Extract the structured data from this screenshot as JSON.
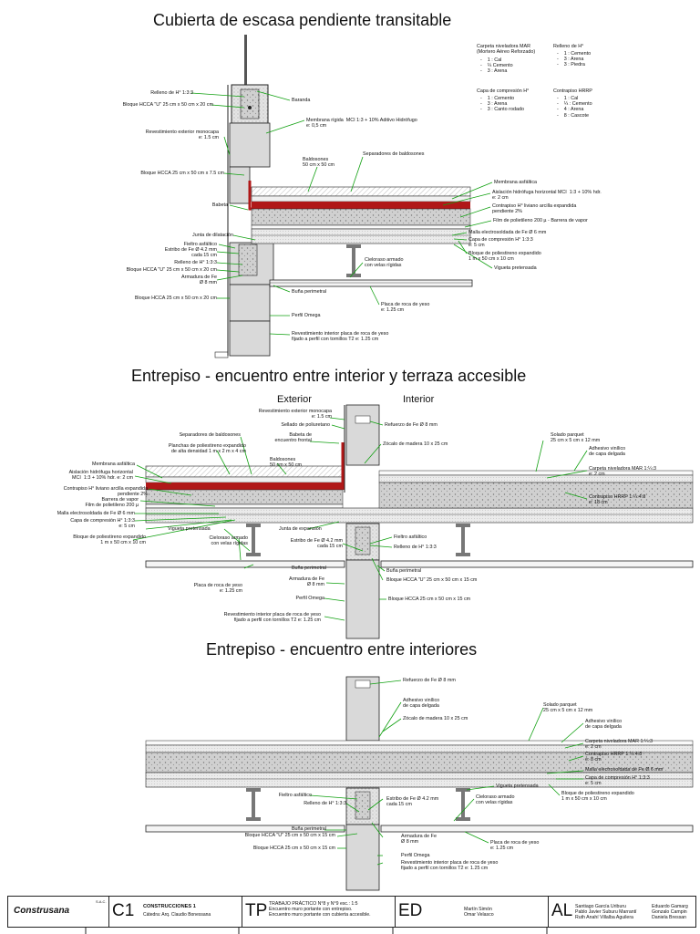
{
  "titles": {
    "t1": "Cubierta de escasa pendiente transitable",
    "t2": "Entrepiso - encuentro entre interior y terraza accesible",
    "t3": "Entrepiso - encuentro entre interiores",
    "exterior": "Exterior",
    "interior": "Interior"
  },
  "legend": {
    "a_title": "Carpeta niveladora MAR\n(Mortero Aéreo Reforzado)",
    "a_items": "-    1 : Cal\n-    ¼ Cemento\n-    3 : Arena",
    "b_title": "Relleno de H°",
    "b_items": "-    1 : Cemento\n-    3 : Arena\n-    3 : Piedra",
    "c_title": "Capa de compresión H°",
    "c_items": "-    1 : Cemento\n-    3 : Arena\n-    3 : Canto rodado",
    "d_title": "Contrapiso HRRP",
    "d_items": "-    1 : Cal\n-    ¼ : Cemento\n-    4 : Arena\n-    8 : Cascote"
  },
  "s1": {
    "relleno": "Relleno de H° 1:3:3",
    "bloque_u": "Bloque HCCA \"U\" 25 cm x 50 cm x 20 cm",
    "baranda": "Baranda",
    "membrana_rigida": "Membrana rígida  MCI 1:3 + 10% Aditivo Hidrófugo\ne: 0,5 cm",
    "revestimiento": "Revestimiento exterior monocapa\ne: 1.5 cm",
    "baldosones": "Baldosones\n50 cm x 50 cm",
    "separadores": "Separadores de baldosones",
    "bloque_75": "Bloque HCCA 25 cm x 50 cm x 7.5 cm",
    "membrana_asf": "Membrana asfáltica",
    "aislacion": "Aislación hidrófuga horizontal MCI  1:3 + 10% hdr.\ne: 2 cm",
    "babeta": "Babeta",
    "contrapiso": "Contrapiso H° liviano arcilla expandida\npendiente 2%",
    "film": "Film de polietileno 200 µ - Barrera de vapor",
    "junta": "Junta de dilatación",
    "fieltro": "Fieltro asfáltico",
    "estribo": "Estribo de Fe Ø 4.2 mm\ncada 15 cm",
    "relleno2": "Relleno de H° 1:3:3",
    "bloque_u2": "Bloque HCCA \"U\" 25 cm x 50 cm x 20 cm",
    "armadura": "Armadura de Fe\nØ 8 mm",
    "bloque_20": "Bloque HCCA 25 cm x 50 cm x 20 cm",
    "malla": "Malla electrosoldada de Fe Ø 6 mm",
    "capa": "Capa de compresión H° 1:3:3\ne: 5 cm",
    "bloque_pol": "Bloque de poliestireno expandido\n1 m x 50 cm x 10 cm",
    "vigueta": "Vigueta pretensada",
    "cieloraso": "Cieloraso armado\ncon velas rígidas",
    "buna": "Buña perimetral",
    "placa": "Placa de roca de yeso\ne: 1.25 cm",
    "perfil": "Perfil Omega",
    "rev_int": "Revestimiento interior placa de roca de yeso\nfijado a perfil con tornillos T2 e: 1.25 cm"
  },
  "s2": {
    "revestimiento": "Revestimiento exterior monocapa\ne: 1.5 cm",
    "sellado": "Sellado de poliuretano",
    "refuerzo": "Refuerzo de Fe Ø 8 mm",
    "babeta": "Babeta de\nencuentro frontal",
    "separadores": "Separadores de baldosones",
    "planchas": "Planchas de poliestireno expandido\nde alta densidad 1 m x 2 m x 4 cm",
    "zocalo": "Zócalo de madera 10 x 25 cm",
    "solado": "Solado parquet\n25 cm x 5 cm x 12 mm",
    "adhesivo": "Adhesivo vinílico\nde capa delgada",
    "baldosones": "Baldosones\n50 cm x 50 cm",
    "membrana": "Membrana asfáltica",
    "aislacion": "Aislación hidrófuga horizontal\nMCI  1:3 + 10% hdr. e: 2 cm",
    "contrapiso": "Contrapiso H° liviano arcilla expandida\npendiente 2%",
    "barrera": "Barrera de vapor\nFilm de polietileno 200 µ",
    "malla": "Malla electrosoldada de Fe Ø 6 mm",
    "capa": "Capa de compresión H° 1:3:3\ne: 5 cm",
    "bloque_pol": "Bloque de poliestireno expandido\n1 m x 50 cm x 10 cm",
    "carpeta": "Carpeta niveladora MAR 1:¼:3\ne: 2 cm",
    "contrapiso_hrrp": "Contrapiso HRRP 1:¼:4:8\ne: 18 cm",
    "vigueta": "Vigueta pretensada",
    "junta": "Junta de expansión",
    "cieloraso": "Cieloraso armado\ncon velas rígidas",
    "estribo": "Estribo de Fe Ø 4.2 mm\ncada 15 cm",
    "fieltro": "Fieltro asfáltico",
    "relleno": "Relleno de H° 1:3:3",
    "buna": "Buña perimetral",
    "placa": "Placa de roca de yeso\ne: 1.25 cm",
    "armadura": "Armadura de Fe\nØ 8 mm",
    "bloque_u": "Bloque HCCA \"U\" 25 cm x 50 cm x 15 cm",
    "perfil": "Perfil Omega",
    "bloque": "Bloque HCCA 25 cm x 50 cm x 15 cm",
    "rev_int": "Revestimiento interior placa de roca de yeso\nfijado a perfil con tornillos T2 e: 1.25 cm"
  },
  "s3": {
    "refuerzo": "Refuerzo de Fe Ø 8 mm",
    "adhesivo_l": "Adhesivo vinílico\nde capa delgada",
    "zocalo": "Zócalo de madera 10 x 25 cm",
    "solado": "Solado parquet\n25 cm x 5 cm x 12 mm",
    "adhesivo_r": "Adhesivo vinílico\nde capa delgada",
    "carpeta": "Carpeta niveladora MAR 1:¼:3\ne: 2 cm",
    "contrapiso": "Contrapiso HRRP 1:¼:4:8\ne: 8 cm",
    "malla": "Malla electrosoldada de Fe Ø 6 mm",
    "capa": "Capa de compresión H° 1:3:3\ne: 5 cm",
    "vigueta": "Vigueta pretensada",
    "bloque_pol": "Bloque de poliestireno expandido\n1 m x 50 cm x 10 cm",
    "fieltro": "Fieltro asfáltico",
    "relleno": "Relleno de H° 1:3:3",
    "estribo": "Estribo de Fe Ø 4.2 mm\ncada 15 cm",
    "cieloraso": "Cieloraso armado\ncon velas rígidas",
    "buna": "Buña perimetral",
    "bloque_u": "Bloque HCCA \"U\" 25 cm x 50 cm x 15 cm",
    "armadura": "Armadura de Fe\nØ 8 mm",
    "bloque": "Bloque HCCA 25 cm x 50 cm x 15 cm",
    "placa": "Placa de roca de yeso\ne: 1.25 cm",
    "perfil": "Perfil Omega",
    "rev_int": "Revestimiento interior placa de roca de yeso\nfijado a perfil con tornillos T2 e: 1.25 cm"
  },
  "title_block": {
    "logo": "Construsana",
    "logo_sa": "S.A.C.",
    "c1": "C1",
    "course": "CONSTRUCCIONES 1",
    "chair": "Cátedra: Arq. Claudio Bonessana",
    "tp": "TP",
    "tp_text": "TRABAJO PRÁCTICO N°8 y N°9 esc.: 1:5\nEncuentro muro portante con entrepiso.\nEncuentro muro portante con cubierta accesible.",
    "ed": "ED",
    "ed_names": "Martín Simón\nOmar Velasco",
    "al": "AL",
    "al_names_1": "Santiago García Uriburu\nPablo Javier Suburu Marrantí\nRuth Anahí Villalba Aguilera",
    "al_names_2": "Eduardo Gamarg\nGonzalo Campin\nDaniela Bressan"
  },
  "colors": {
    "membrane": "#b01818",
    "leader": "#10a010",
    "hatch": "#8a8a8a",
    "block": "#d8d8d8"
  }
}
